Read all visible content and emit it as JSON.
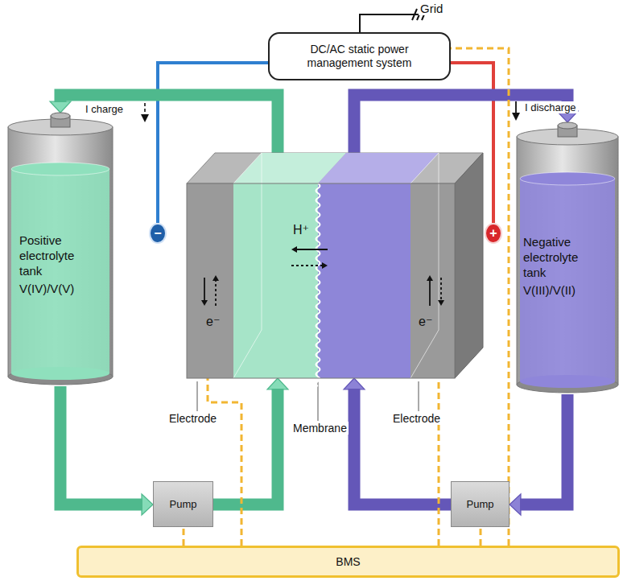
{
  "diagram": {
    "nodes": [
      {
        "text": [
          "DC/AC static power management system"
        ]
      },
      {
        "text": [
          "Positive electrolyte tank",
          "V(IV)/V(V)"
        ]
      },
      {
        "text": [
          "Negative electrolyte tank",
          "V(III)/V(II)"
        ]
      },
      {
        "text": [
          "e⁻",
          "H⁺",
          "e⁻"
        ]
      },
      {
        "text": [
          "Pump"
        ]
      },
      {
        "text": [
          "Pump"
        ]
      },
      {
        "text": [
          "BMS"
        ]
      },
      {
        "text": [
          "−"
        ]
      },
      {
        "text": [
          "+"
        ]
      }
    ],
    "edges": [
      {
        "from": 0,
        "to": 7,
        "arrow": "none"
      },
      {
        "from": 0,
        "to": 8,
        "arrow": "none"
      },
      {
        "from": 3,
        "to": 1,
        "arrow": "to"
      },
      {
        "from": 1,
        "to": 4,
        "arrow": "to"
      },
      {
        "from": 4,
        "to": 3,
        "arrow": "to"
      },
      {
        "from": 3,
        "to": 2,
        "arrow": "to"
      },
      {
        "from": 2,
        "to": 5,
        "arrow": "to"
      },
      {
        "from": 5,
        "to": 3,
        "arrow": "to"
      },
      {
        "from": 6,
        "to": 4,
        "arrow": "none"
      },
      {
        "from": 6,
        "to": 5,
        "arrow": "none"
      },
      {
        "from": 6,
        "to": 3,
        "arrow": "none"
      },
      {
        "from": 6,
        "to": 3,
        "arrow": "none"
      },
      {
        "from": 6,
        "to": 0,
        "arrow": "none"
      }
    ],
    "labels": [
      "Grid",
      "I charge",
      "I discharge",
      "Electrode",
      "Membrane",
      "Electrode"
    ]
  }
}
